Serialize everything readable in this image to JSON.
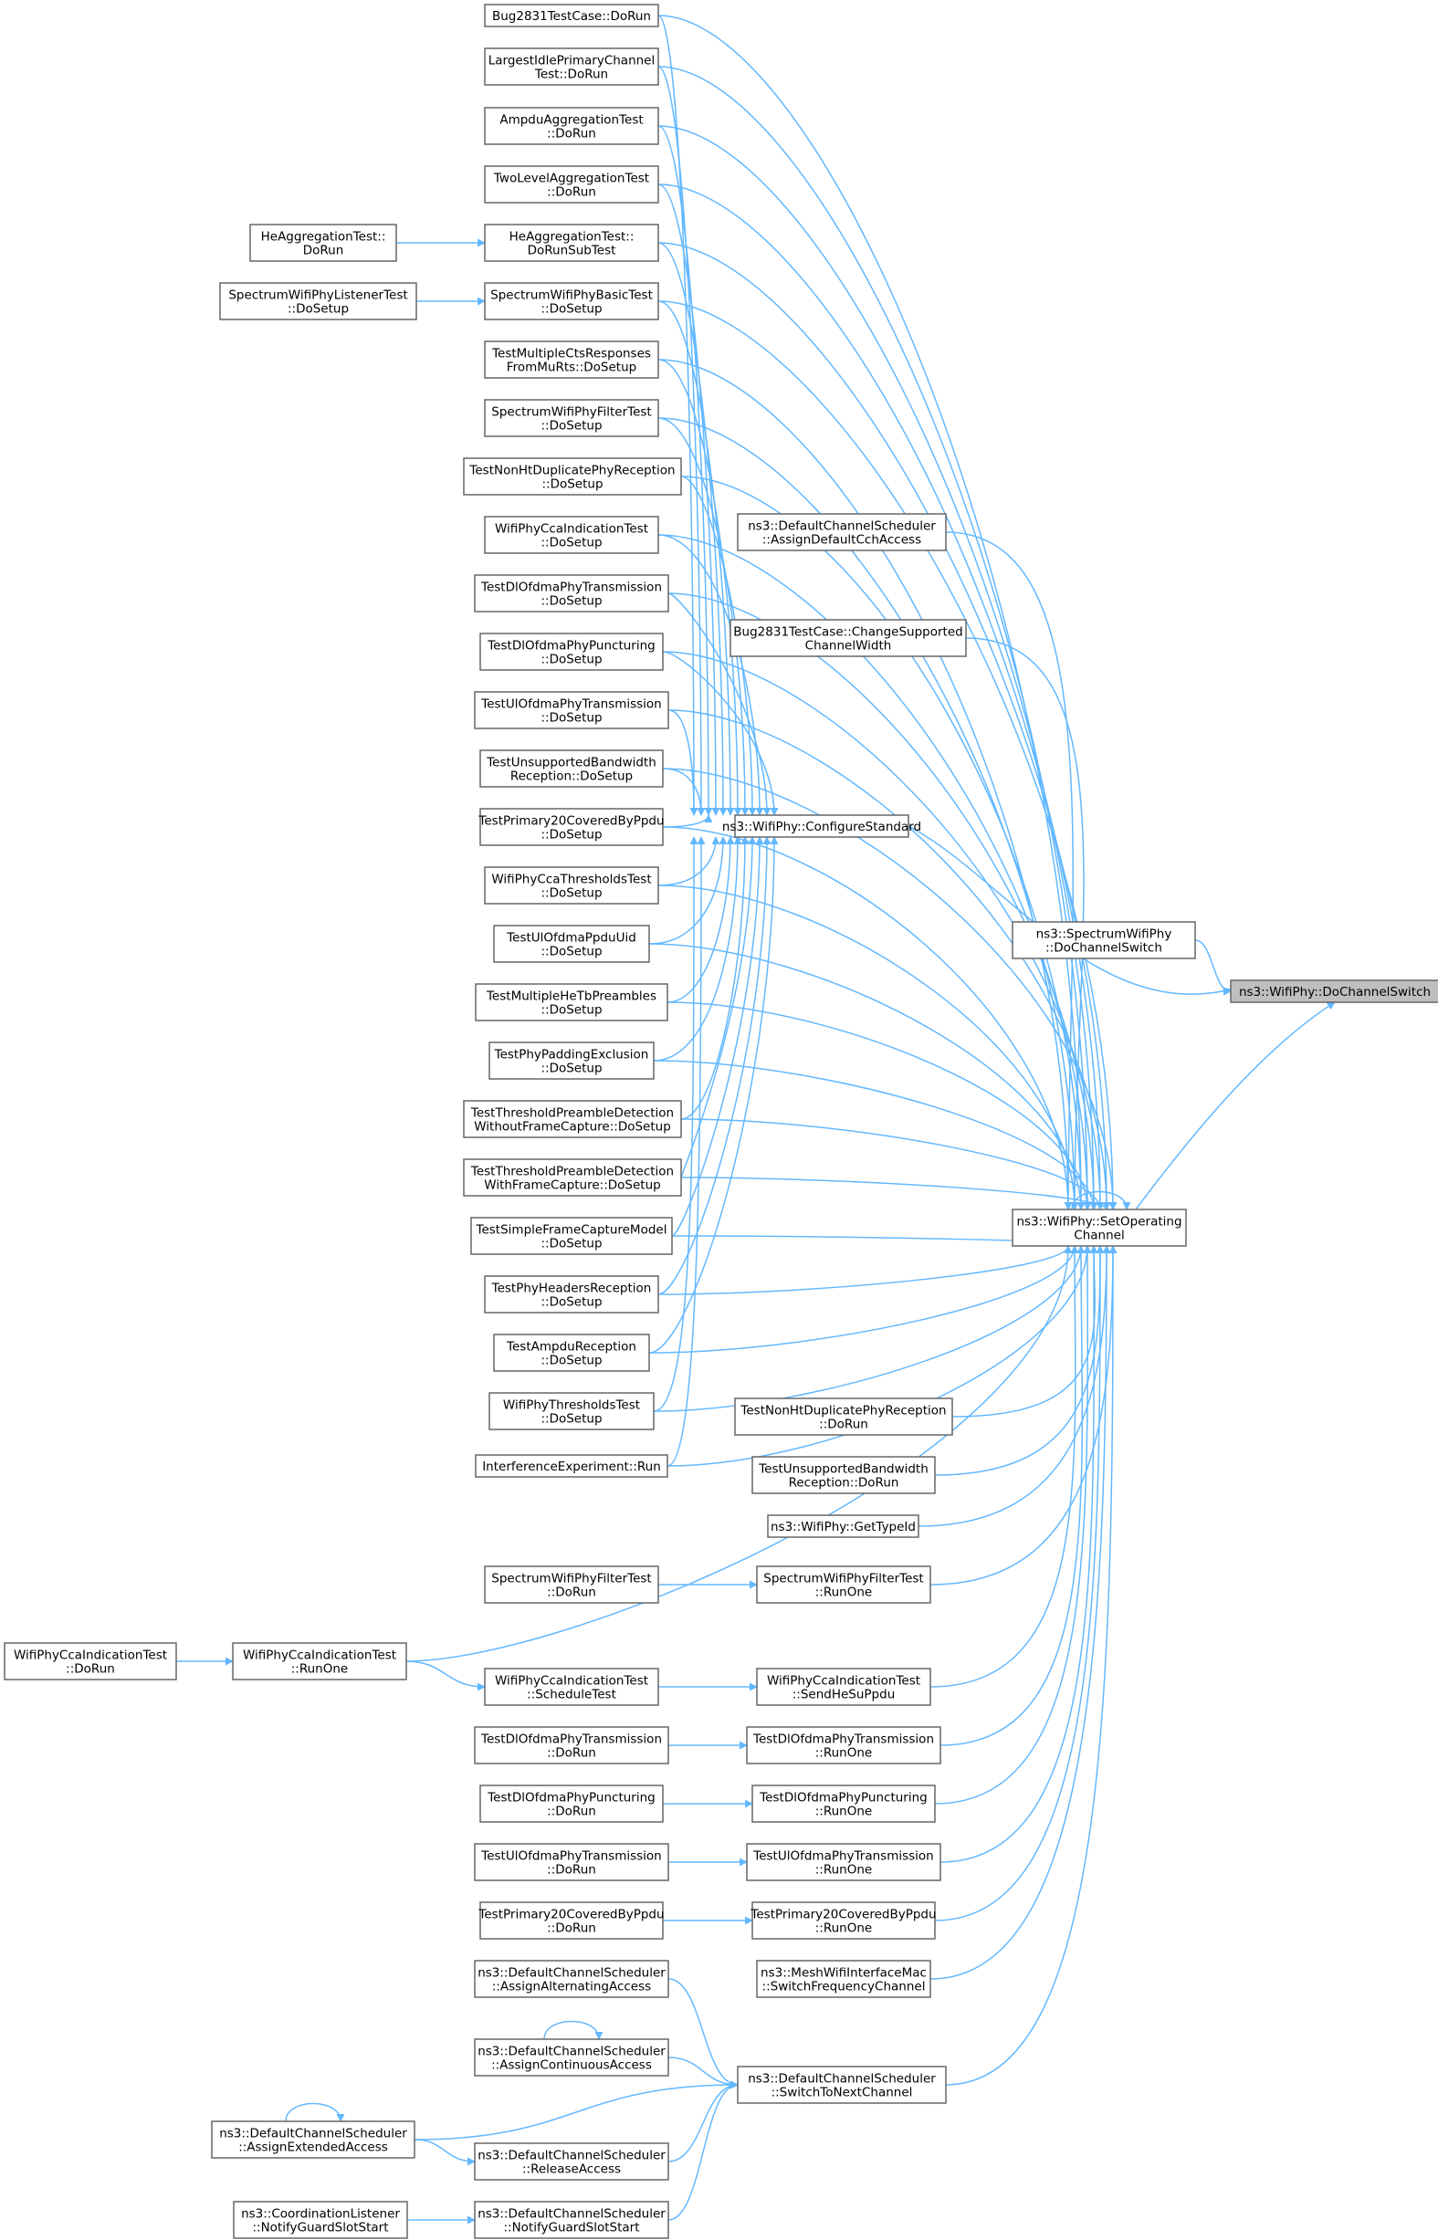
{
  "graph": {
    "root": "dochannelswitch",
    "colors": {
      "edge": "#63b8ff",
      "node_border": "#666666",
      "root_fill": "#bfbfbf",
      "node_fill": "#ffffff"
    },
    "nodes": [
      {
        "id": "dochannelswitch",
        "lines": [
          "ns3::WifiPhy::DoChannelSwitch"
        ],
        "root": true
      },
      {
        "id": "spectrum_dochannelswitch",
        "lines": [
          "ns3::SpectrumWifiPhy",
          "::DoChannelSwitch"
        ]
      },
      {
        "id": "configurestandard",
        "lines": [
          "ns3::WifiPhy::ConfigureStandard"
        ]
      },
      {
        "id": "setoperatingchannel",
        "lines": [
          "ns3::WifiPhy::SetOperating",
          "Channel"
        ]
      },
      {
        "id": "assigndefaultcch",
        "lines": [
          "ns3::DefaultChannelScheduler",
          "::AssignDefaultCchAccess"
        ]
      },
      {
        "id": "changesupportedcw",
        "lines": [
          "Bug2831TestCase::ChangeSupported",
          "ChannelWidth"
        ]
      },
      {
        "id": "bug2831_dorun",
        "lines": [
          "Bug2831TestCase::DoRun"
        ]
      },
      {
        "id": "largestidle",
        "lines": [
          "LargestIdlePrimaryChannel",
          "Test::DoRun"
        ]
      },
      {
        "id": "ampduagg",
        "lines": [
          "AmpduAggregationTest",
          "::DoRun"
        ]
      },
      {
        "id": "twolevelagg",
        "lines": [
          "TwoLevelAggregationTest",
          "::DoRun"
        ]
      },
      {
        "id": "heagg_subtest",
        "lines": [
          "HeAggregationTest::",
          "DoRunSubTest"
        ]
      },
      {
        "id": "heagg_dorun",
        "lines": [
          "HeAggregationTest::",
          "DoRun"
        ]
      },
      {
        "id": "spectrumbasic",
        "lines": [
          "SpectrumWifiPhyBasicTest",
          "::DoSetup"
        ]
      },
      {
        "id": "spectrumlistener",
        "lines": [
          "SpectrumWifiPhyListenerTest",
          "::DoSetup"
        ]
      },
      {
        "id": "multiplects",
        "lines": [
          "TestMultipleCtsResponses",
          "FromMuRts::DoSetup"
        ]
      },
      {
        "id": "filter_dosetup",
        "lines": [
          "SpectrumWifiPhyFilterTest",
          "::DoSetup"
        ]
      },
      {
        "id": "nonht_dosetup",
        "lines": [
          "TestNonHtDuplicatePhyReception",
          "::DoSetup"
        ]
      },
      {
        "id": "cca_dosetup",
        "lines": [
          "WifiPhyCcaIndicationTest",
          "::DoSetup"
        ]
      },
      {
        "id": "dlofdma_tx_dosetup",
        "lines": [
          "TestDlOfdmaPhyTransmission",
          "::DoSetup"
        ]
      },
      {
        "id": "dlofdma_punct_dosetup",
        "lines": [
          "TestDlOfdmaPhyPuncturing",
          "::DoSetup"
        ]
      },
      {
        "id": "ulofdma_tx_dosetup",
        "lines": [
          "TestUlOfdmaPhyTransmission",
          "::DoSetup"
        ]
      },
      {
        "id": "unsupported_dosetup",
        "lines": [
          "TestUnsupportedBandwidth",
          "Reception::DoSetup"
        ]
      },
      {
        "id": "primary20_dosetup",
        "lines": [
          "TestPrimary20CoveredByPpdu",
          "::DoSetup"
        ]
      },
      {
        "id": "ccathresh",
        "lines": [
          "WifiPhyCcaThresholdsTest",
          "::DoSetup"
        ]
      },
      {
        "id": "ulppduuid",
        "lines": [
          "TestUlOfdmaPpduUid",
          "::DoSetup"
        ]
      },
      {
        "id": "multiplehetb",
        "lines": [
          "TestMultipleHeTbPreambles",
          "::DoSetup"
        ]
      },
      {
        "id": "paddingexcl",
        "lines": [
          "TestPhyPaddingExclusion",
          "::DoSetup"
        ]
      },
      {
        "id": "thresh_without",
        "lines": [
          "TestThresholdPreambleDetection",
          "WithoutFrameCapture::DoSetup"
        ]
      },
      {
        "id": "thresh_with",
        "lines": [
          "TestThresholdPreambleDetection",
          "WithFrameCapture::DoSetup"
        ]
      },
      {
        "id": "simplecapture",
        "lines": [
          "TestSimpleFrameCaptureModel",
          "::DoSetup"
        ]
      },
      {
        "id": "phyheaders",
        "lines": [
          "TestPhyHeadersReception",
          "::DoSetup"
        ]
      },
      {
        "id": "ampdurecep",
        "lines": [
          "TestAmpduReception",
          "::DoSetup"
        ]
      },
      {
        "id": "phythresholds",
        "lines": [
          "WifiPhyThresholdsTest",
          "::DoSetup"
        ]
      },
      {
        "id": "interference",
        "lines": [
          "InterferenceExperiment::Run"
        ]
      },
      {
        "id": "nonht_dorun",
        "lines": [
          "TestNonHtDuplicatePhyReception",
          "::DoRun"
        ]
      },
      {
        "id": "unsupported_dorun",
        "lines": [
          "TestUnsupportedBandwidth",
          "Reception::DoRun"
        ]
      },
      {
        "id": "gettypeid",
        "lines": [
          "ns3::WifiPhy::GetTypeId"
        ]
      },
      {
        "id": "filter_dorun",
        "lines": [
          "SpectrumWifiPhyFilterTest",
          "::DoRun"
        ]
      },
      {
        "id": "filter_runone",
        "lines": [
          "SpectrumWifiPhyFilterTest",
          "::RunOne"
        ]
      },
      {
        "id": "cca_dorun",
        "lines": [
          "WifiPhyCcaIndicationTest",
          "::DoRun"
        ]
      },
      {
        "id": "cca_runone",
        "lines": [
          "WifiPhyCcaIndicationTest",
          "::RunOne"
        ]
      },
      {
        "id": "cca_scheduletest",
        "lines": [
          "WifiPhyCcaIndicationTest",
          "::ScheduleTest"
        ]
      },
      {
        "id": "cca_sendhesu",
        "lines": [
          "WifiPhyCcaIndicationTest",
          "::SendHeSuPpdu"
        ]
      },
      {
        "id": "dlofdma_tx_dorun",
        "lines": [
          "TestDlOfdmaPhyTransmission",
          "::DoRun"
        ]
      },
      {
        "id": "dlofdma_tx_runone",
        "lines": [
          "TestDlOfdmaPhyTransmission",
          "::RunOne"
        ]
      },
      {
        "id": "dlofdma_punct_dorun",
        "lines": [
          "TestDlOfdmaPhyPuncturing",
          "::DoRun"
        ]
      },
      {
        "id": "dlofdma_punct_runone",
        "lines": [
          "TestDlOfdmaPhyPuncturing",
          "::RunOne"
        ]
      },
      {
        "id": "ulofdma_tx_dorun",
        "lines": [
          "TestUlOfdmaPhyTransmission",
          "::DoRun"
        ]
      },
      {
        "id": "ulofdma_tx_runone",
        "lines": [
          "TestUlOfdmaPhyTransmission",
          "::RunOne"
        ]
      },
      {
        "id": "primary20_dorun",
        "lines": [
          "TestPrimary20CoveredByPpdu",
          "::DoRun"
        ]
      },
      {
        "id": "primary20_runone",
        "lines": [
          "TestPrimary20CoveredByPpdu",
          "::RunOne"
        ]
      },
      {
        "id": "meshswitch",
        "lines": [
          "ns3::MeshWifiInterfaceMac",
          "::SwitchFrequencyChannel"
        ]
      },
      {
        "id": "assignalternating",
        "lines": [
          "ns3::DefaultChannelScheduler",
          "::AssignAlternatingAccess"
        ]
      },
      {
        "id": "assigncontinuous",
        "lines": [
          "ns3::DefaultChannelScheduler",
          "::AssignContinuousAccess"
        ]
      },
      {
        "id": "switchtonext",
        "lines": [
          "ns3::DefaultChannelScheduler",
          "::SwitchToNextChannel"
        ]
      },
      {
        "id": "assignextended",
        "lines": [
          "ns3::DefaultChannelScheduler",
          "::AssignExtendedAccess"
        ]
      },
      {
        "id": "releaseaccess",
        "lines": [
          "ns3::DefaultChannelScheduler",
          "::ReleaseAccess"
        ]
      },
      {
        "id": "notifyguard_sched",
        "lines": [
          "ns3::DefaultChannelScheduler",
          "::NotifyGuardSlotStart"
        ]
      },
      {
        "id": "notifyguard_coord",
        "lines": [
          "ns3::CoordinationListener",
          "::NotifyGuardSlotStart"
        ]
      }
    ]
  }
}
